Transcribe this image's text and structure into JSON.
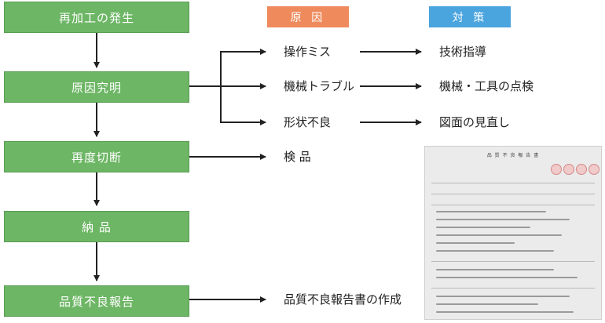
{
  "flow": {
    "steps": [
      "再加工の発生",
      "原因究明",
      "再度切断",
      "納 品",
      "品質不良報告"
    ]
  },
  "headers": {
    "cause": "原 因",
    "measure": "対 策",
    "cause_color": "#ef8a5d",
    "measure_color": "#4aa4de"
  },
  "causes": [
    "操作ミス",
    "機械トラブル",
    "形状不良"
  ],
  "measures": [
    "技術指導",
    "機械・工具の点検",
    "図面の見直し"
  ],
  "side_actions": {
    "recut": "検 品",
    "report": "品質不良報告書の作成"
  },
  "report_image": {
    "title": "品 質 不 良 報 告 書"
  },
  "colors": {
    "box_fill": "#6db665",
    "arrow": "#222222"
  }
}
